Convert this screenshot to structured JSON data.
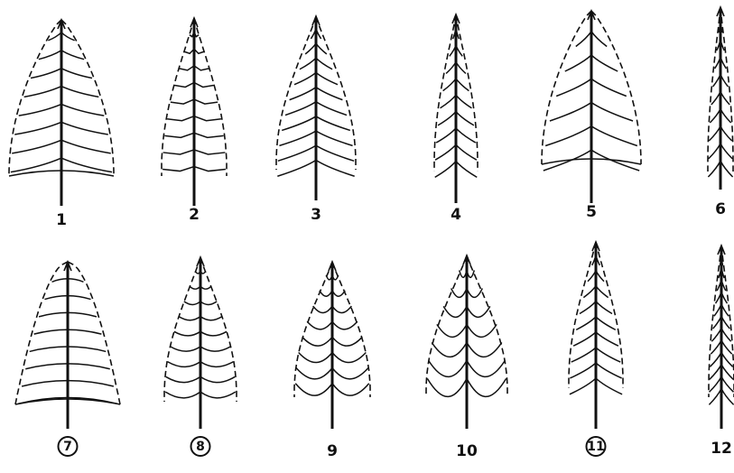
{
  "figure": {
    "ink_color": "#111111",
    "background_color": "#ffffff",
    "leaves": [
      {
        "label": "1",
        "circled": false
      },
      {
        "label": "2",
        "circled": false
      },
      {
        "label": "3",
        "circled": false
      },
      {
        "label": "4",
        "circled": false
      },
      {
        "label": "5",
        "circled": false
      },
      {
        "label": "6",
        "circled": false
      },
      {
        "label": "7",
        "circled": true
      },
      {
        "label": "8",
        "circled": true
      },
      {
        "label": "9",
        "circled": false
      },
      {
        "label": "10",
        "circled": false
      },
      {
        "label": "11",
        "circled": true
      },
      {
        "label": "12",
        "circled": false
      }
    ]
  }
}
